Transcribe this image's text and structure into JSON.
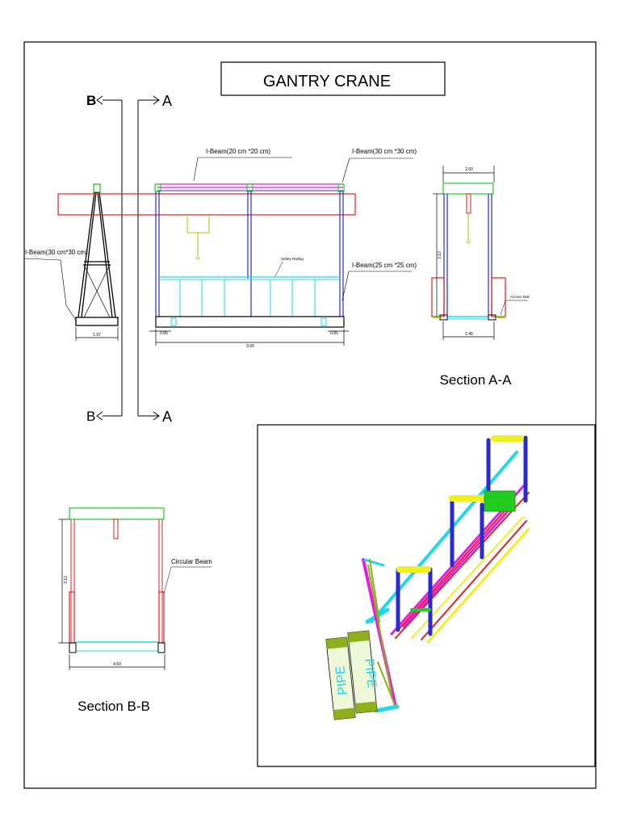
{
  "title": "GANTRY CRANE",
  "section_markers": {
    "b_top": "B",
    "a_top": "A",
    "b_bottom": "B",
    "a_bottom": "A"
  },
  "labels": {
    "ibeam_20": "I-Beam(20 cm *20 cm)",
    "ibeam_30_top": "I-Beam(30 cm *30 cm)",
    "ibeam_30_left": "I-Beam(30 cm*30 cm)",
    "ibeam_25": "I-Beam(25 cm *25 cm)",
    "safety_railing": "Safety Railing",
    "access_rail": "Access Rail",
    "circular_beam": "Circular Beam",
    "pipe_1": "PIPE",
    "pipe_2": "PIPE"
  },
  "dimensions": {
    "side_base": "1.97",
    "front_left": "0.85",
    "front_right": "0.85",
    "front_total": "9.00",
    "aa_top": "2.50",
    "aa_height": "3.12",
    "aa_bottom": "2.45",
    "bb_height": "3.12",
    "bb_bottom": "4.50"
  },
  "section_titles": {
    "aa": "Section A-A",
    "bb": "Section B-B"
  },
  "colors": {
    "red": "#e02020",
    "blue": "#2a2ad0",
    "green": "#22cc22",
    "magenta": "#e020e0",
    "cyan": "#20d8e8",
    "yellow": "#f0f020",
    "lime": "#99cc00",
    "olive": "#8fae1b"
  }
}
